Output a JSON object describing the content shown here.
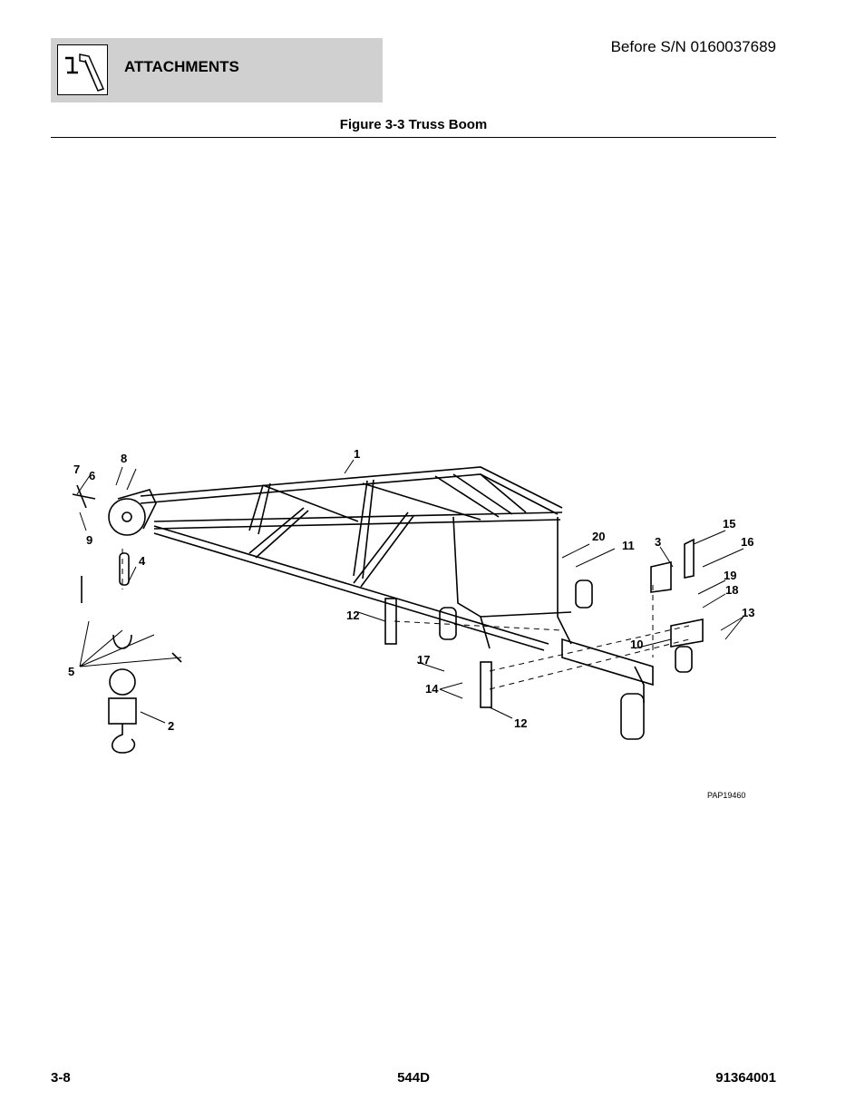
{
  "header": {
    "section_title": "ATTACHMENTS",
    "serial_note": "Before S/N 0160037689"
  },
  "figure": {
    "title": "Figure 3-3 Truss Boom",
    "image_code": "PAP19460",
    "callouts": [
      "1",
      "2",
      "3",
      "4",
      "5",
      "6",
      "7",
      "8",
      "9",
      "10",
      "11",
      "12",
      "12",
      "13",
      "14",
      "15",
      "16",
      "17",
      "18",
      "19",
      "20"
    ]
  },
  "footer": {
    "page": "3-8",
    "model": "544D",
    "manual_number": "91364001"
  }
}
